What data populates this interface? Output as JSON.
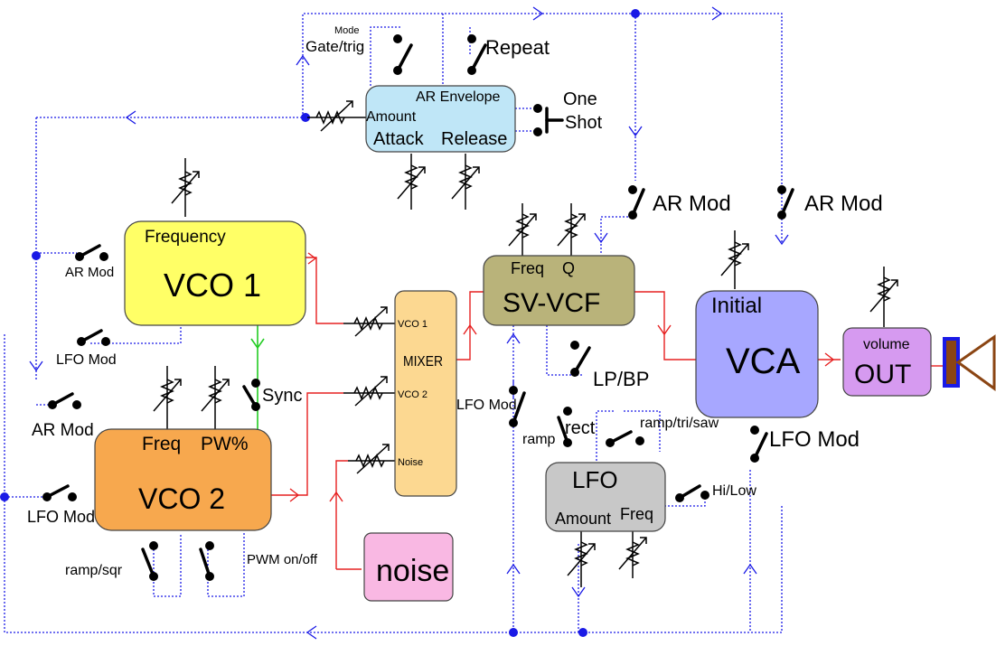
{
  "modules": {
    "ar_envelope": {
      "title": "AR Envelope",
      "amount": "Amount",
      "attack": "Attack",
      "release": "Release",
      "fill": "#bfe6f7"
    },
    "vco1": {
      "title": "VCO 1",
      "frequency": "Frequency",
      "fill": "#ffff66"
    },
    "vco2": {
      "title": "VCO 2",
      "freq": "Freq",
      "pw": "PW%",
      "fill": "#f7a84e"
    },
    "mixer": {
      "title": "MIXER",
      "in1": "VCO 1",
      "in2": "VCO 2",
      "in3": "Noise",
      "fill": "#fcd891"
    },
    "noise": {
      "title": "noise",
      "fill": "#f9b8e3"
    },
    "svvcf": {
      "title": "SV-VCF",
      "freq": "Freq",
      "q": "Q",
      "fill": "#b9b37a"
    },
    "lfo": {
      "title": "LFO",
      "amount": "Amount",
      "freq": "Freq",
      "fill": "#c8c8c8"
    },
    "vca": {
      "title": "VCA",
      "initial": "Initial",
      "fill": "#a7a7ff"
    },
    "out": {
      "title": "OUT",
      "volume": "volume",
      "fill": "#d69af0"
    }
  },
  "switches": {
    "mode": "Mode",
    "gate_trig": "Gate/trig",
    "repeat": "Repeat",
    "one": "One",
    "shot": "Shot",
    "ar_mod_vco1": "AR Mod",
    "lfo_mod_vco1": "LFO Mod",
    "sync": "Sync",
    "ar_mod_vco2": "AR Mod",
    "lfo_mod_vco2": "LFO Mod",
    "ramp_sqr": "ramp/sqr",
    "pwm_on_off": "PWM on/off",
    "ar_mod_filter": "AR Mod",
    "ar_mod_vca": "AR Mod",
    "lp_bp": "LP/BP",
    "lfo_mod_filter": "LFO Mod",
    "ramp": "ramp",
    "rect": "rect",
    "ramp_tri_saw": "ramp/tri/saw",
    "hi_low": "Hi/Low",
    "lfo_mod_vca": "LFO Mod"
  },
  "colors": {
    "control_wire": "#1a1ae6",
    "audio_wire": "#e62020",
    "sync_wire": "#22cc22",
    "speaker": "#8b4513",
    "speaker_border": "#1a1ae6"
  }
}
